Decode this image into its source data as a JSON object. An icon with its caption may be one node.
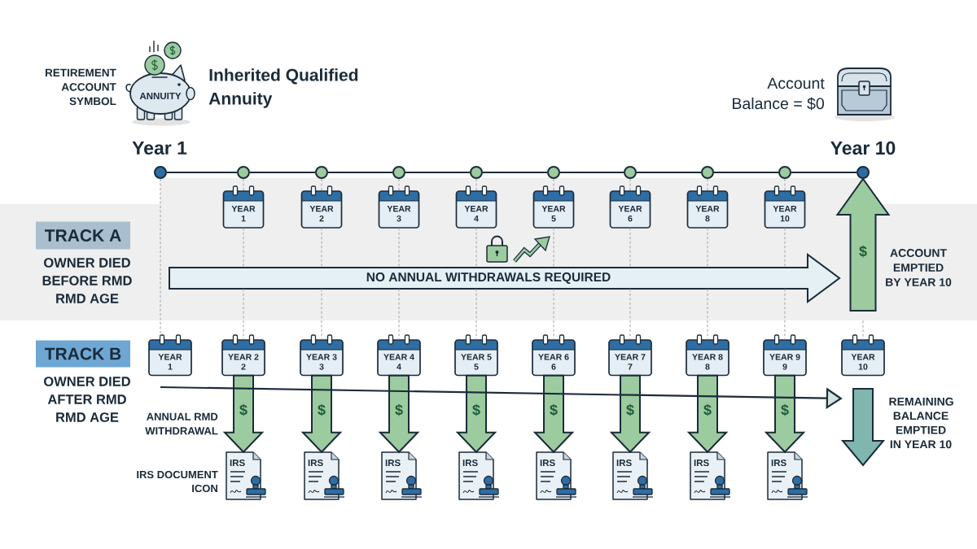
{
  "diagram": {
    "title": "Inherited Qualified Annuity",
    "nodes": [
      {
        "text": [
          "ANNUITY"
        ],
        "beside": [
          "RETIREMENT ACCOUNT SYMBOL"
        ]
      },
      {
        "text": [],
        "shape": "circle",
        "beside": [
          "Year 1"
        ]
      },
      {
        "text": [],
        "shape": "circle"
      },
      {
        "text": [],
        "shape": "circle"
      },
      {
        "text": [],
        "shape": "circle"
      },
      {
        "text": [],
        "shape": "circle"
      },
      {
        "text": [],
        "shape": "circle"
      },
      {
        "text": [],
        "shape": "circle"
      },
      {
        "text": [],
        "shape": "circle"
      },
      {
        "text": [],
        "shape": "circle"
      },
      {
        "text": [],
        "shape": "circle",
        "beside": [
          "Year 10"
        ]
      },
      {
        "text": [],
        "shape": "box"
      },
      {
        "text": [
          "TRACK A"
        ],
        "beside": [
          "OWNER DIED BEFORE RMD RMD AGE"
        ],
        "in": 11
      },
      {
        "text": [
          "YEAR 1"
        ],
        "in": 11
      },
      {
        "text": [
          "YEAR 2"
        ],
        "in": 11
      },
      {
        "text": [
          "YEAR 3"
        ],
        "in": 11
      },
      {
        "text": [
          "YEAR 4"
        ],
        "in": 11
      },
      {
        "text": [
          "YEAR 5"
        ],
        "in": 11
      },
      {
        "text": [
          "YEAR 6"
        ],
        "in": 11
      },
      {
        "text": [
          "YEAR 8"
        ],
        "in": 11
      },
      {
        "text": [
          "YEAR 10"
        ],
        "in": 11
      },
      {
        "text": [
          "NO ANNUAL WITHDRAWALS REQUIRED"
        ],
        "in": 11
      },
      {
        "text": [
          "TRACK B"
        ],
        "beside": [
          "OWNER DIED AFTER RMD RMD AGE"
        ]
      },
      {
        "text": [
          "YEAR 1"
        ]
      },
      {
        "text": [
          "YEAR 2 2"
        ]
      },
      {
        "text": [
          "YEAR 3 3"
        ]
      },
      {
        "text": [
          "YEAR 4 4"
        ]
      },
      {
        "text": [
          "YEAR 5 5"
        ]
      },
      {
        "text": [
          "YEAR 6 6"
        ]
      },
      {
        "text": [
          "YEAR 7 7"
        ]
      },
      {
        "text": [
          "YEAR 8 8"
        ]
      },
      {
        "text": [
          "YEAR 9 9"
        ]
      },
      {
        "text": [
          "YEAR 10"
        ]
      },
      {
        "text": [],
        "shape": "arrow",
        "beside": [
          "REMAINING BALANCE EMPTIED IN YEAR 10"
        ]
      },
      {
        "text": [
          "IRS"
        ],
        "beside": [
          "IRS DOCUMENT ICON"
        ]
      },
      {
        "text": [
          "IRS"
        ]
      },
      {
        "text": [
          "IRS"
        ]
      },
      {
        "text": [
          "IRS"
        ]
      },
      {
        "text": [
          "IRS"
        ]
      },
      {
        "text": [
          "IRS"
        ]
      },
      {
        "text": [
          "IRS"
        ]
      },
      {
        "text": [
          "IRS"
        ]
      }
    ],
    "edges": [
      {
        "from": 1,
        "to": 2,
        "arrow": "none",
        "color": "#1b2b3a"
      },
      {
        "from": 2,
        "to": 3,
        "arrow": "none",
        "color": "#1b2b3a"
      },
      {
        "from": 3,
        "to": 4,
        "arrow": "none",
        "color": "#1b2b3a"
      },
      {
        "from": 4,
        "to": 5,
        "arrow": "none",
        "color": "#1b2b3a"
      },
      {
        "from": 5,
        "to": 6,
        "arrow": "none",
        "color": "#1b2b3a"
      },
      {
        "from": 6,
        "to": 7,
        "arrow": "none",
        "color": "#1b2b3a"
      },
      {
        "from": 7,
        "to": 8,
        "arrow": "none",
        "color": "#1b2b3a"
      },
      {
        "from": 8,
        "to": 9,
        "arrow": "none",
        "color": "#1b2b3a"
      },
      {
        "from": 9,
        "to": 10,
        "arrow": "none",
        "color": "#1b2b3a"
      },
      {
        "from": 1,
        "to": 23,
        "arrow": "none",
        "style": "dashed"
      },
      {
        "from": 2,
        "to": 13,
        "arrow": "none",
        "style": "dashed"
      },
      {
        "from": 13,
        "to": 21,
        "arrow": "none",
        "style": "dashed"
      },
      {
        "from": 21,
        "to": 24,
        "arrow": "none",
        "style": "dashed"
      },
      {
        "from": 3,
        "to": 14,
        "arrow": "none",
        "style": "dashed"
      },
      {
        "from": 14,
        "to": 21,
        "arrow": "none",
        "style": "dashed"
      },
      {
        "from": 21,
        "to": 25,
        "arrow": "none",
        "style": "dashed"
      },
      {
        "from": 4,
        "to": 15,
        "arrow": "none",
        "style": "dashed"
      },
      {
        "from": 15,
        "to": 21,
        "arrow": "none",
        "style": "dashed"
      },
      {
        "from": 21,
        "to": 26,
        "arrow": "none",
        "style": "dashed"
      },
      {
        "from": 5,
        "to": 16,
        "arrow": "none",
        "style": "dashed"
      },
      {
        "from": 16,
        "to": 21,
        "arrow": "none",
        "style": "dashed"
      },
      {
        "from": 21,
        "to": 27,
        "arrow": "none",
        "style": "dashed"
      },
      {
        "from": 6,
        "to": 17,
        "arrow": "none",
        "style": "dashed"
      },
      {
        "from": 17,
        "to": 21,
        "arrow": "none",
        "style": "dashed"
      },
      {
        "from": 21,
        "to": 28,
        "arrow": "none",
        "style": "dashed"
      },
      {
        "from": 7,
        "to": 18,
        "arrow": "none",
        "style": "dashed"
      },
      {
        "from": 18,
        "to": 21,
        "arrow": "none",
        "style": "dashed"
      },
      {
        "from": 21,
        "to": 29,
        "arrow": "none",
        "style": "dashed"
      },
      {
        "from": 8,
        "to": 19,
        "arrow": "none",
        "style": "dashed"
      },
      {
        "from": 19,
        "to": 21,
        "arrow": "none",
        "style": "dashed"
      },
      {
        "from": 21,
        "to": 30,
        "arrow": "none",
        "style": "dashed"
      },
      {
        "from": 9,
        "to": 20,
        "arrow": "none",
        "style": "dashed"
      },
      {
        "from": 20,
        "to": 21,
        "arrow": "none",
        "style": "dashed"
      },
      {
        "from": 21,
        "to": 31,
        "arrow": "none",
        "style": "dashed"
      },
      {
        "from": 11,
        "to": 32,
        "arrow": "none",
        "style": "dashed"
      },
      {
        "from": null,
        "to": 10,
        "arrow": "to",
        "style": "thick",
        "color": "#9ccb9f",
        "label": "$"
      },
      {
        "from": 24,
        "to": 34,
        "arrow": "to",
        "style": "thick",
        "color": "#9ccb9f",
        "label": "$"
      },
      {
        "from": 25,
        "to": 35,
        "arrow": "to",
        "style": "thick",
        "color": "#9ccb9f",
        "label": "$"
      },
      {
        "from": 26,
        "to": 36,
        "arrow": "to",
        "style": "thick",
        "color": "#9ccb9f",
        "label": "$"
      },
      {
        "from": 27,
        "to": 37,
        "arrow": "to",
        "style": "thick",
        "color": "#9ccb9f",
        "label": "$"
      },
      {
        "from": 28,
        "to": 38,
        "arrow": "to",
        "style": "thick",
        "color": "#9ccb9f",
        "label": "$"
      },
      {
        "from": 29,
        "to": 39,
        "arrow": "to",
        "style": "thick",
        "color": "#9ccb9f",
        "label": "$"
      },
      {
        "from": 30,
        "to": 40,
        "arrow": "to",
        "style": "thick",
        "color": "#9ccb9f",
        "label": "$"
      },
      {
        "from": 31,
        "to": 41,
        "arrow": "to",
        "style": "thick",
        "color": "#9ccb9f",
        "label": "$"
      },
      {
        "from": null,
        "to": 33,
        "arrow": "to",
        "color": "#1b2b3a"
      }
    ],
    "labels": [
      "Account Balance = $0",
      "ACCOUNT EMPTIED BY YEAR 10",
      "ANNUAL RMD WITHDRAWAL"
    ]
  }
}
